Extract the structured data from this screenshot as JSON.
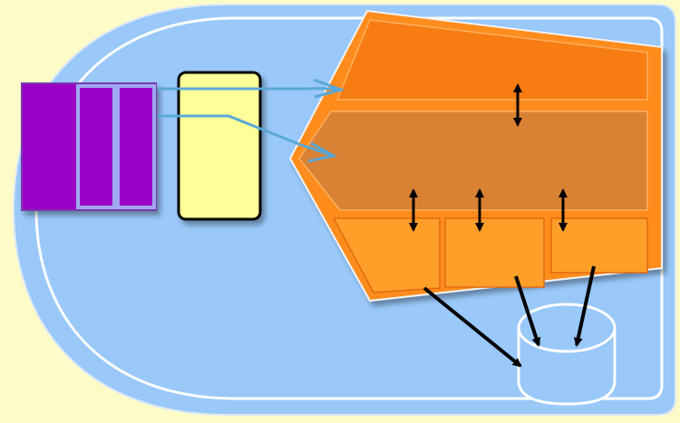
{
  "colors": {
    "page_background": "#fdfbc8",
    "container_fill": "#99c8f9",
    "container_border": "#ffffff",
    "stack_outer": "#9a00c6",
    "stack_slot_border": "#9fa8f0",
    "buffer_fill": "#ffff99",
    "pentagon_fill": "#ff8c1a",
    "top_band": "#f77d12",
    "middle_band": "#d98233",
    "bottom_cells": "#ff9f2a",
    "connector": "#5aa8d6",
    "arrow": "#000000",
    "cylinder_fill": "#99c8f9",
    "cylinder_border": "#ffffff"
  },
  "icons": {
    "bidirectional_arrow": "double-headed-arrow",
    "connector_arrow": "open-arrow",
    "storage": "cylinder"
  }
}
